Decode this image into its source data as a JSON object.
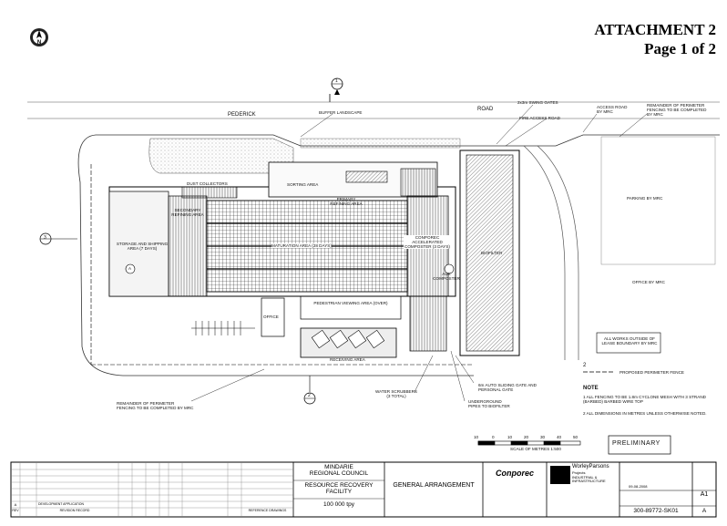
{
  "header": {
    "attachment": "ATTACHMENT 2",
    "page": "Page 1 of 2"
  },
  "plan_labels": {
    "road_top": "ROAD",
    "pederick": "PEDERICK",
    "buffer_landscape": "BUFFER LANDSCAPE",
    "swing_gates": "2x3m SWING GATES",
    "fire_access_road": "FIRE ACCESS ROAD",
    "access_road": "ACCESS ROAD BY MRC",
    "perimeter_fencing_top": "REMAINDER OF PERIMETER FENCING TO BE COMPLETED BY MRC",
    "dust_collectors": "DUST COLLECTORS",
    "sorting_area": "SORTING AREA",
    "primary_refining": "PRIMARY REFINING AREA",
    "secondary_refining": "SECONDARY REFINING AREA",
    "storage_shipping": "STORAGE AND SHIPPING AREA (7 DAYS)",
    "maturation_area": "MATURATION AREA (28 DAYS)",
    "conporec_composter": "CONPOREC ACCELERATED COMPOSTER (3 DAYS)",
    "biofilter": "BIOFILTER",
    "parking": "PARKING BY MRC",
    "office_mrc": "OFFICE BY MRC",
    "pedestrian_viewing": "PEDESTRIAN VIEWING AREA (OVER)",
    "office": "OFFICE",
    "receiving_area": "RECEIVING AREA",
    "aux_composter": "AUX COMPOSTER",
    "works_outside": "ALL WORKS OUTSIDE OF LEASE BOUNDARY BY MRC",
    "perimeter_fence_legend": "PROPOSED PERIMETER FENCE",
    "note_title": "NOTE",
    "note_1": "1  ALL FENCING TO BE 1.8m CYCLONE MESH WITH 3 STRAND (BARBED) BARBED WIRE TOP",
    "note_2": "2  ALL DIMENSIONS IN METRES UNLESS OTHERWISE NOTED.",
    "water_scrubbers": "WATER SCRUBBERS (3 TOTAL)",
    "underground_pipes": "UNDERGROUND PIPES TO BIOFILTER",
    "auto_sliding_gate": "6m AUTO SLIDING GATE AND PERSONAL GATE",
    "perimeter_fencing_bottom": "REMAINDER OF PERIMETER FENCING TO BE COMPLETED BY MRC",
    "scale_text": "SCALE OF METRES 1:500",
    "scale_ticks": [
      "10",
      "0",
      "10",
      "20",
      "30",
      "40",
      "50"
    ],
    "preliminary": "PRELIMINARY",
    "legend_2": "2",
    "section_a": "A",
    "section_1": "1",
    "section_2": "2",
    "section_3": "3"
  },
  "title_block": {
    "client_line1": "MINDARIE",
    "client_line2": "REGIONAL COUNCIL",
    "project_line1": "RESOURCE RECOVERY",
    "project_line2": "FACILITY",
    "capacity": "100 000 tpy",
    "drawing_title": "GENERAL ARRANGEMENT",
    "conporec": "Conporec",
    "worleyparsons": "WorleyParsons",
    "wp_sub1": "Projects",
    "wp_sub2": "INDUSTRIAL &",
    "wp_sub3": "INFRASTRUCTURE",
    "size": "A1",
    "revision": "A",
    "drawing_number": "300-89772-SK01",
    "rev_row_a": "A",
    "rev_desc_a": "DEVELOPMENT APPLICATION",
    "rev_col_rev": "REV",
    "rev_col_desc": "REVISION RECORD",
    "ref_drawings": "REFERENCE DRAWINGS",
    "date": "09-08-2008"
  },
  "icons": {
    "north_arrow": "north-arrow-icon"
  }
}
